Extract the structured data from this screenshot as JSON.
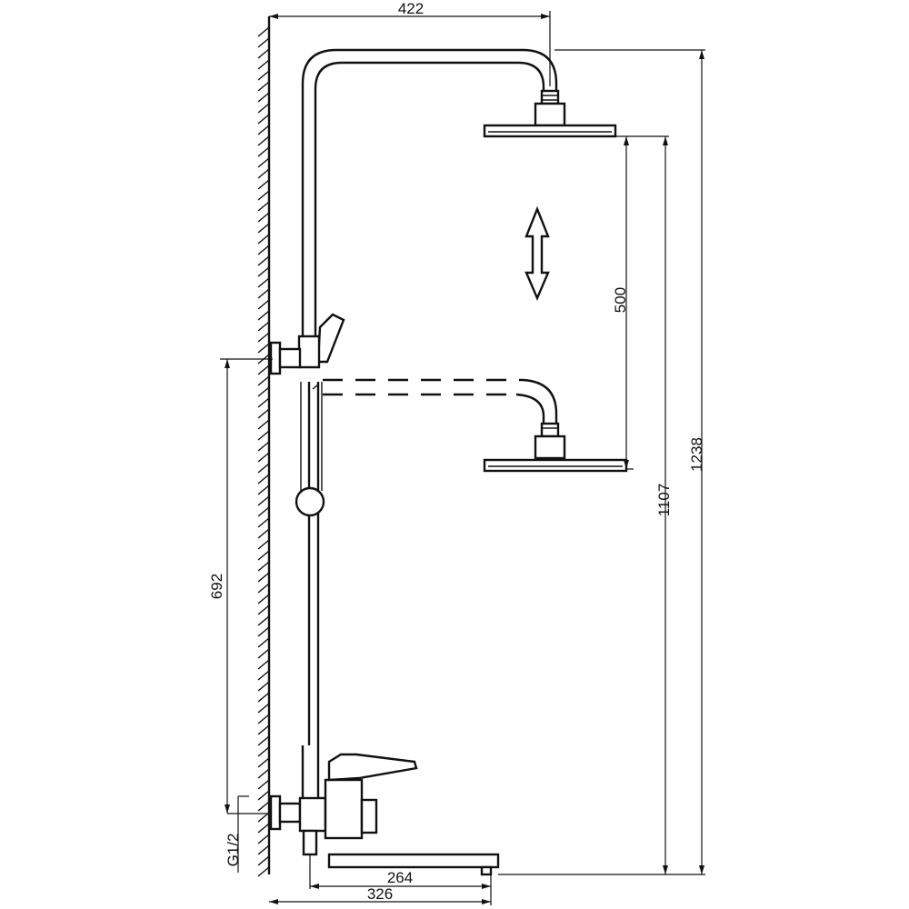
{
  "dimensions": {
    "top_width": "422",
    "head_travel": "500",
    "total_height": "1238",
    "head_height_to_floor": "1107",
    "lower_height": "692",
    "inlet_thread": "G1/2",
    "spout_reach": "264",
    "overall_projection": "326"
  },
  "colors": {
    "line": "#111111",
    "background": "#ffffff"
  },
  "icons": {
    "adjust_arrow": "double-arrow-vertical-icon"
  }
}
